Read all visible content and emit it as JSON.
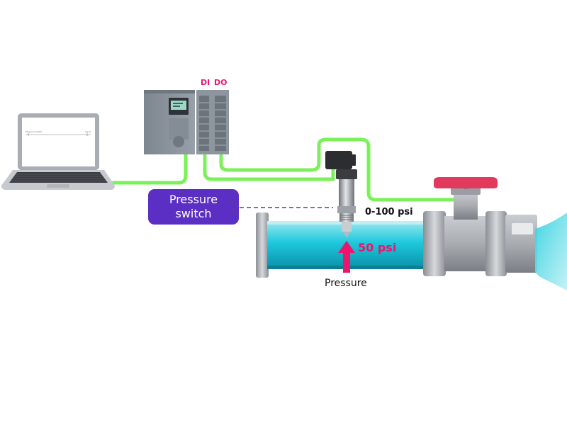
{
  "callout": {
    "line1": "Pressure",
    "line2": "switch"
  },
  "plc": {
    "di_label": "DI",
    "do_label": "DO"
  },
  "sensor": {
    "range_label": "0-100 psi"
  },
  "pressure": {
    "value_label": "50 psi",
    "caption": "Pressure"
  },
  "laptop": {
    "screen_text_left": "Pressure switch",
    "screen_text_right": "Input"
  },
  "colors": {
    "cable": "#7cf05a",
    "accent_magenta": "#e8166d",
    "callout_purple": "#5b2fc4",
    "dashed_line": "#5b2fc4",
    "pipe_water": "#1ec8dc",
    "valve_handle": "#e23a5c"
  },
  "icons": [
    "laptop-icon",
    "plc-icon",
    "pressure-sensor-icon",
    "pipe-icon",
    "valve-icon",
    "water-stream-icon",
    "pressure-arrow-icon"
  ]
}
